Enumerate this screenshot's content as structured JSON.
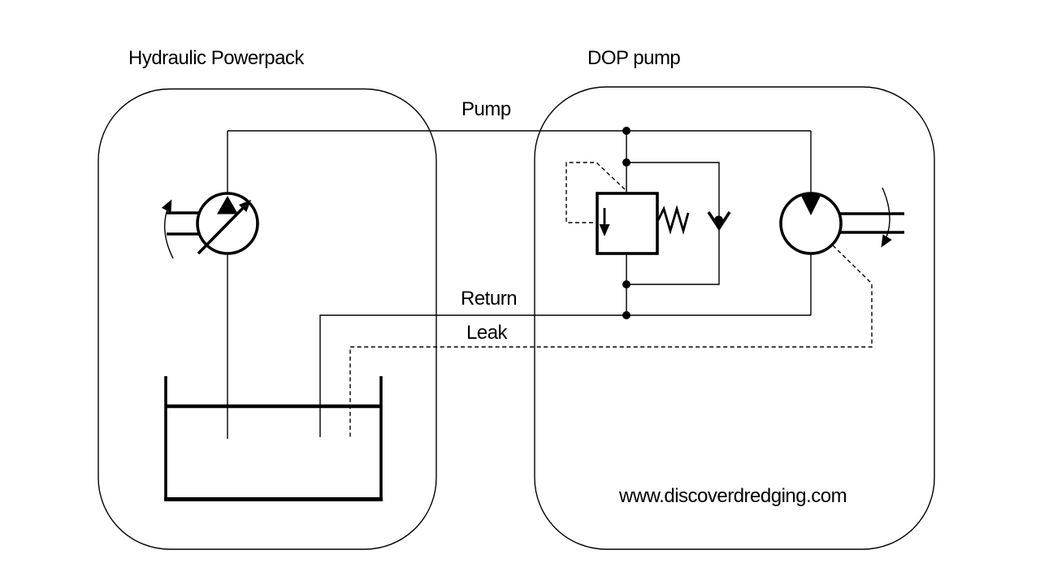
{
  "colors": {
    "ink": "#000000",
    "background": "#ffffff"
  },
  "diagram": {
    "powerpack": {
      "title": "Hydraulic Powerpack"
    },
    "dop": {
      "title": "DOP pump",
      "website": "www.discoverdredging.com"
    },
    "line_labels": {
      "pump": "Pump",
      "return": "Return",
      "leak": "Leak"
    }
  },
  "icons": {
    "variable_pump": "variable-displacement-pump-icon",
    "motor": "hydraulic-motor-icon",
    "relief_valve": "pressure-relief-valve-icon",
    "check_valve": "check-valve-icon",
    "reservoir": "reservoir-tank-icon",
    "rotation": "rotation-arrow-icon"
  }
}
